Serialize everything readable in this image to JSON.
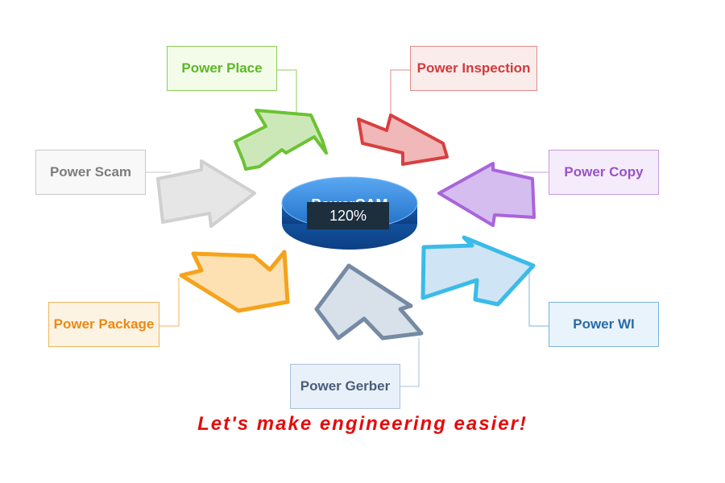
{
  "diagram": {
    "center_label": "PowerCAM",
    "tagline": "Let's make engineering easier!",
    "modules": {
      "place": "Power Place",
      "inspection": "Power Inspection",
      "scam": "Power Scam",
      "copy": "Power Copy",
      "package": "Power Package",
      "wi": "Power WI",
      "gerber": "Power Gerber"
    }
  },
  "overlay": {
    "zoom": "120%"
  },
  "colors": {
    "place": "#5cb726",
    "inspection": "#d33a3a",
    "scam": "#9a9a9a",
    "copy": "#9a52c8",
    "package": "#f09a1c",
    "wi": "#35b8e8",
    "gerber": "#6a7d94",
    "center": "#1f6fc9",
    "tagline": "#e50b0b"
  }
}
